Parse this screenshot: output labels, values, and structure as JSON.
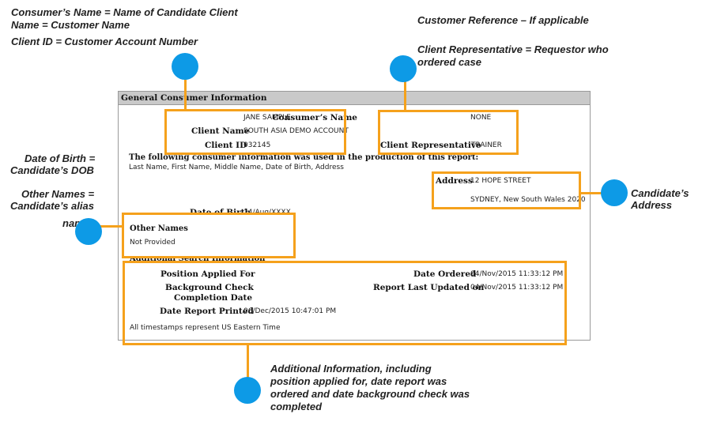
{
  "annotations": {
    "consumer_name_line1": "Consumer’s Name = Name of Candidate Client",
    "consumer_name_line2": "Name = Customer Name",
    "client_id": "Client ID = Customer Account Number",
    "customer_reference": "Customer Reference – If applicable",
    "client_rep_line1": "Client Representative = Requestor who",
    "client_rep_line2": "ordered case",
    "dob_line1": "Date of Birth =",
    "dob_line2": "Candidate’s  DOB",
    "other_names_line1": "Other Names =",
    "other_names_line2": "Candidate’s  alias",
    "other_names_line3": "names",
    "address_line1": "Candidate’s",
    "address_line2": "Address",
    "additional_line1": "Additional Information, including",
    "additional_line2": "position applied for, date report was",
    "additional_line3": "ordered and date background check was",
    "additional_line4": "completed"
  },
  "report": {
    "section_title": "General Consumer Information",
    "consumer_name_label": "Consumer’s Name",
    "consumer_name_value": "JANE SAMPLE",
    "client_name_label": "Client Name",
    "client_name_value": "SOUTH ASIA DEMO ACCOUNT",
    "client_id_label": "Client ID",
    "client_id_value": "032145",
    "customer_reference_value": "NONE",
    "client_rep_label": "Client Representative",
    "client_rep_value": "TRAINER",
    "info_used_heading": "The following consumer information was used in the production of this report:",
    "info_used_fields": "Last Name, First Name, Middle Name, Date of Birth, Address",
    "address_label": "Address",
    "address_line1": "12 HOPE STREET",
    "address_line2": "SYDNEY, New South Wales 2020",
    "dob_label": "Date of Birth",
    "dob_value": "14/Aug/XXXX",
    "other_names_label": "Other Names",
    "other_names_value": "Not Provided",
    "additional_heading": "Additional Search Information",
    "position_label": "Position Applied For",
    "bg_check_label_line1": "Background Check",
    "bg_check_label_line2": "Completion Date",
    "date_printed_label": "Date Report Printed",
    "date_printed_value": "06/Dec/2015 10:47:01 PM",
    "date_ordered_label": "Date Ordered",
    "date_ordered_value": "04/Nov/2015 11:33:12 PM",
    "last_updated_label": "Report Last Updated on",
    "last_updated_value": "04/Nov/2015 11:33:12 PM",
    "timestamps_note": "All timestamps represent US Eastern Time"
  },
  "colors": {
    "highlight": "#f5a11c",
    "marker": "#0d9ae6",
    "header_bg": "#c9c9c9"
  }
}
